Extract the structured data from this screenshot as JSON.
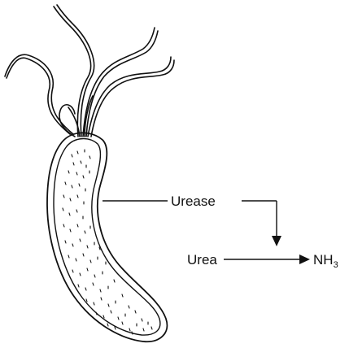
{
  "labels": {
    "enzyme": "Urease",
    "substrate": "Urea",
    "product_main": "NH",
    "product_subscript": "3"
  },
  "colors": {
    "stroke": "#111111",
    "background": "#ffffff"
  }
}
